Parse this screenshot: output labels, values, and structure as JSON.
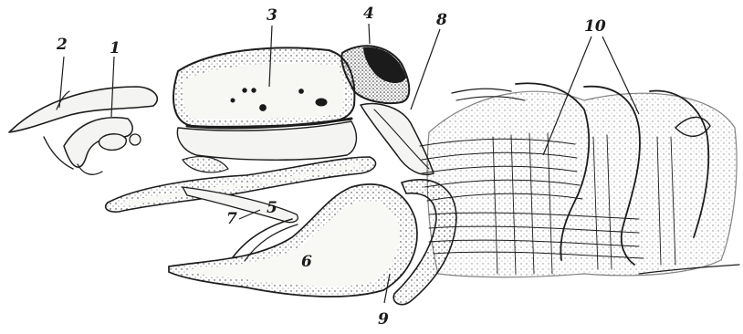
{
  "labels": {
    "l1": "1",
    "l2": "2",
    "l3": "3",
    "l4": "4",
    "l5": "5",
    "l6": "6",
    "l7": "7",
    "l8": "8",
    "l9": "9",
    "l10": "10"
  },
  "colors": {
    "ink": "#1d1d1d",
    "paper": "#ffffff",
    "stipple": "#2a2a2a"
  }
}
